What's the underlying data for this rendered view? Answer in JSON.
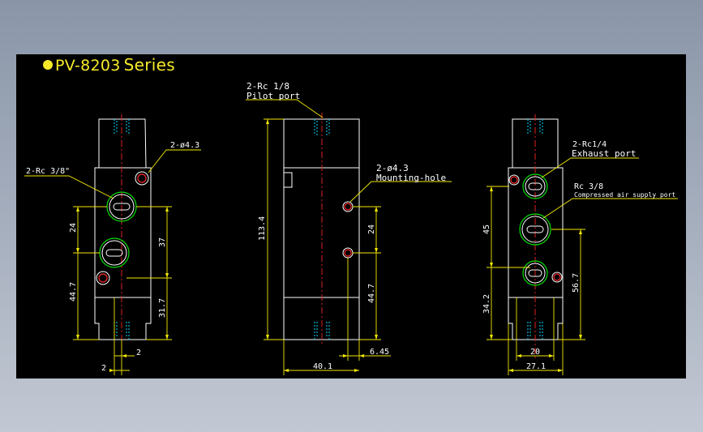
{
  "title": {
    "model": "PV-8203",
    "series": "Series"
  },
  "colors": {
    "background": "#000000",
    "outline": "#ffffff",
    "dimension": "#f2e800",
    "centerline": "#e02020",
    "port": "#00e000",
    "thread": "#00d8ff",
    "title": "#f5ea28"
  },
  "left_view": {
    "hole_label": "2-ø4.3",
    "port_label": "2-Rc 3/8\"",
    "dims": {
      "d24": "24",
      "d37": "37",
      "d44_7": "44.7",
      "d31_7": "31.7",
      "d2_inner": "2",
      "d2_outer": "2"
    }
  },
  "middle_view": {
    "pilot_label": "2-Rc 1/8",
    "pilot_sub": "Pilot port",
    "mount_label": "2-ø4.3",
    "mount_sub": "Mounting-hole",
    "dims": {
      "d113_4": "113.4",
      "d24": "24",
      "d44_7": "44.7",
      "d6_45": "6.45",
      "d40_1": "40.1"
    }
  },
  "right_view": {
    "exhaust_label": "2-Rc1/4",
    "exhaust_sub": "Exhaust port",
    "supply_label": "Rc 3/8",
    "supply_sub": "Compressed air supply port",
    "dims": {
      "d45": "45",
      "d34_2": "34.2",
      "d56_7": "56.7",
      "d20": "20",
      "d27_1": "27.1"
    }
  }
}
